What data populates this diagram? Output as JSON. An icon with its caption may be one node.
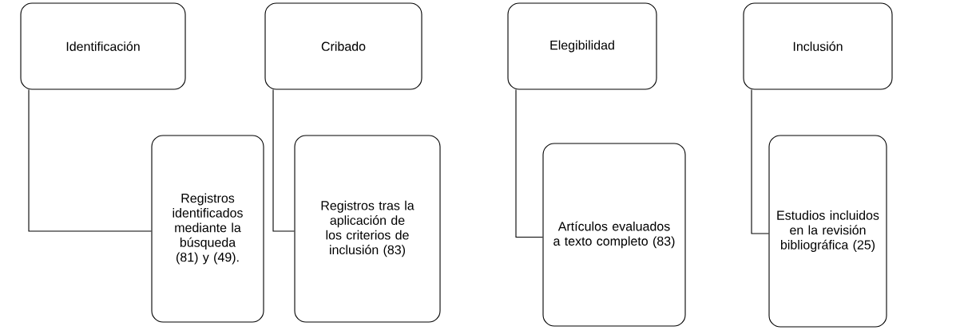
{
  "diagram": {
    "nodes": [
      {
        "text": [
          "Identificación"
        ]
      },
      {
        "text": [
          "Registros identificados mediante la búsqueda (81) y (49)."
        ]
      },
      {
        "text": [
          "Cribado"
        ]
      },
      {
        "text": [
          "Registros tras la aplicación de los criterios de inclusión (83)"
        ]
      },
      {
        "text": [
          "Elegibilidad"
        ]
      },
      {
        "text": [
          "Artículos evaluados a texto completo (83)"
        ]
      },
      {
        "text": [
          "Inclusión"
        ]
      },
      {
        "text": [
          "Estudios incluidos en la revisión bibliográfica (25)"
        ]
      }
    ],
    "edges": [
      {
        "from": 0,
        "to": 1,
        "arrow": "none"
      },
      {
        "from": 2,
        "to": 3,
        "arrow": "none"
      },
      {
        "from": 4,
        "to": 5,
        "arrow": "none"
      },
      {
        "from": 6,
        "to": 7,
        "arrow": "none"
      }
    ]
  }
}
